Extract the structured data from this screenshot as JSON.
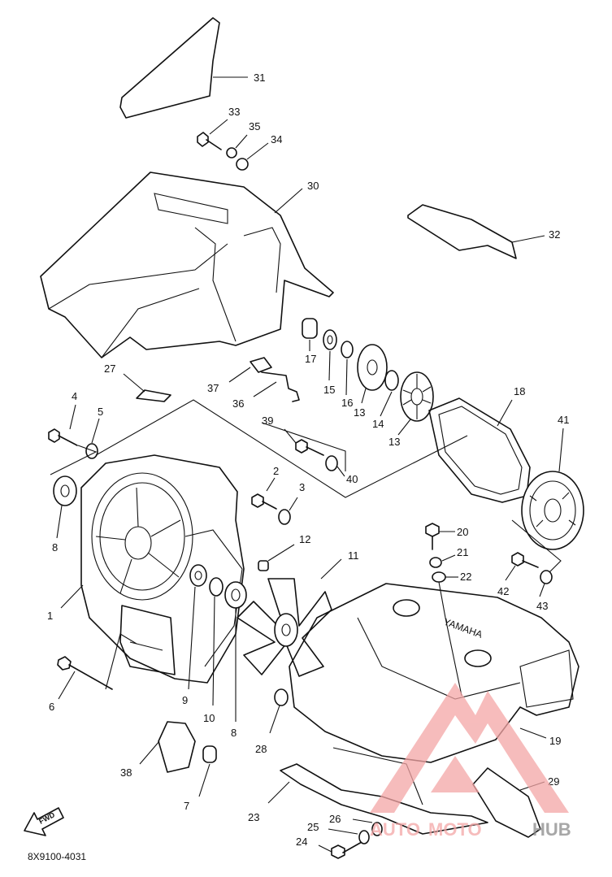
{
  "diagram": {
    "part_labels": [
      "31",
      "33",
      "35",
      "34",
      "30",
      "32",
      "17",
      "15",
      "16",
      "13",
      "14",
      "13",
      "37",
      "36",
      "27",
      "18",
      "41",
      "4",
      "5",
      "39",
      "40",
      "2",
      "3",
      "12",
      "11",
      "20",
      "21",
      "22",
      "42",
      "43",
      "8",
      "1",
      "9",
      "10",
      "8",
      "6",
      "28",
      "19",
      "29",
      "38",
      "7",
      "23",
      "26",
      "25",
      "24"
    ],
    "drawing_code": "8X9100-4031",
    "fwd_label": "FWD",
    "cover_emblem": "YAMAHA",
    "watermark": {
      "text_a": "AUTO",
      "text_b": "MOTO",
      "text_c": "HUB",
      "color_a": "#f4a6a6",
      "color_b": "#8a8a8a"
    }
  }
}
